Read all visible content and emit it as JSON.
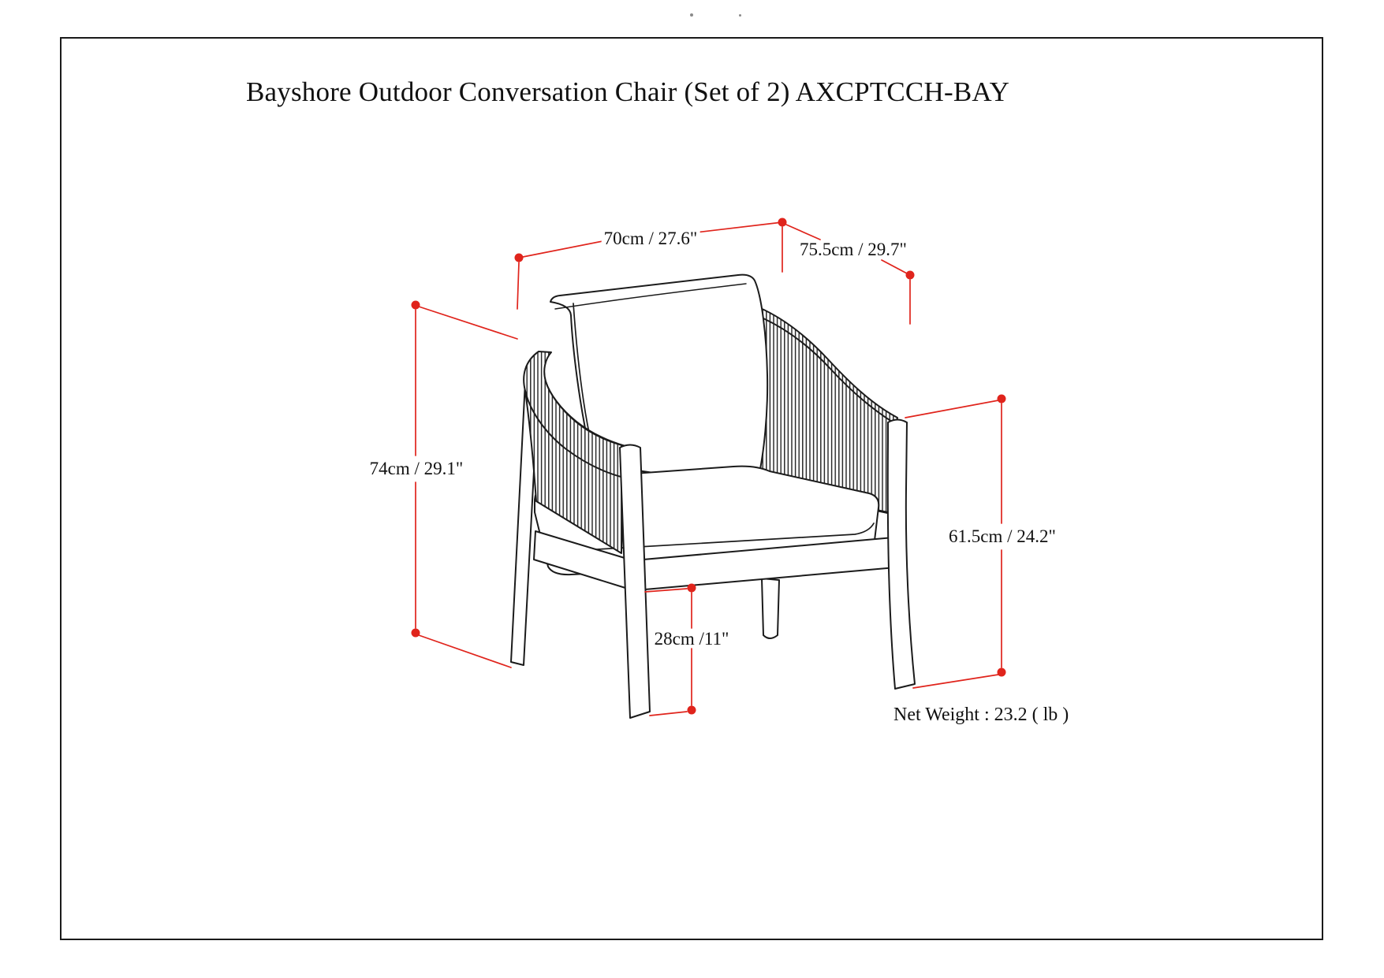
{
  "title": "Bayshore Outdoor Conversation Chair (Set of 2) AXCPTCCH-BAY",
  "dimensions": {
    "overall_width": "70cm / 27.6\"",
    "overall_depth": "75.5cm / 29.7\"",
    "overall_height": "74cm / 29.1\"",
    "arm_height": "61.5cm / 24.2\"",
    "seat_clearance_height": "28cm /11\""
  },
  "net_weight": "Net Weight :  23.2 ( lb )",
  "colors": {
    "dimension_accent": "#e0241c",
    "line": "#1b1b1b",
    "background": "#ffffff"
  }
}
